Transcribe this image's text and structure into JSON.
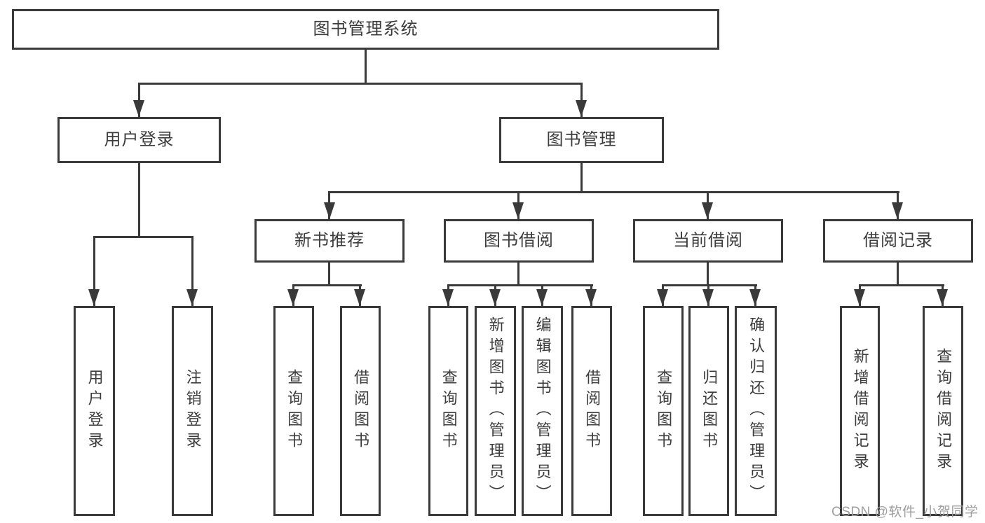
{
  "diagram_title": "图书管理系统",
  "nodes": {
    "root": "图书管理系统",
    "user_login": "用户登录",
    "book_mgmt": "图书管理",
    "new_book_rec": "新书推荐",
    "book_borrow": "图书借阅",
    "current_borrow": "当前借阅",
    "borrow_records": "借阅记录",
    "leaf_user_login": "用户登录",
    "leaf_logout": "注销登录",
    "leaf_query_books_a": "查询图书",
    "leaf_borrow_books_a": "借阅图书",
    "leaf_query_books_b": "查询图书",
    "leaf_add_books": "新增图书（管理员）",
    "leaf_edit_books": "编辑图书（管理员）",
    "leaf_borrow_books_b": "借阅图书",
    "leaf_query_books_c": "查询图书",
    "leaf_return_books": "归还图书",
    "leaf_confirm_return": "确认归还（管理员）",
    "leaf_add_borrow_record": "新增借阅记录",
    "leaf_query_borrow_record": "查询借阅记录"
  },
  "hierarchy": {
    "图书管理系统": {
      "用户登录": [
        "用户登录",
        "注销登录"
      ],
      "图书管理": {
        "新书推荐": [
          "查询图书",
          "借阅图书"
        ],
        "图书借阅": [
          "查询图书",
          "新增图书（管理员）",
          "编辑图书（管理员）",
          "借阅图书"
        ],
        "当前借阅": [
          "查询图书",
          "归还图书",
          "确认归还（管理员）"
        ],
        "借阅记录": [
          "新增借阅记录",
          "查询借阅记录"
        ]
      }
    }
  },
  "watermark": "CSDN @软件_小贺同学",
  "colors": {
    "line": "#3a3a3a",
    "text": "#3c3c3c",
    "watermark": "#9e9e9e",
    "background": "#ffffff"
  }
}
